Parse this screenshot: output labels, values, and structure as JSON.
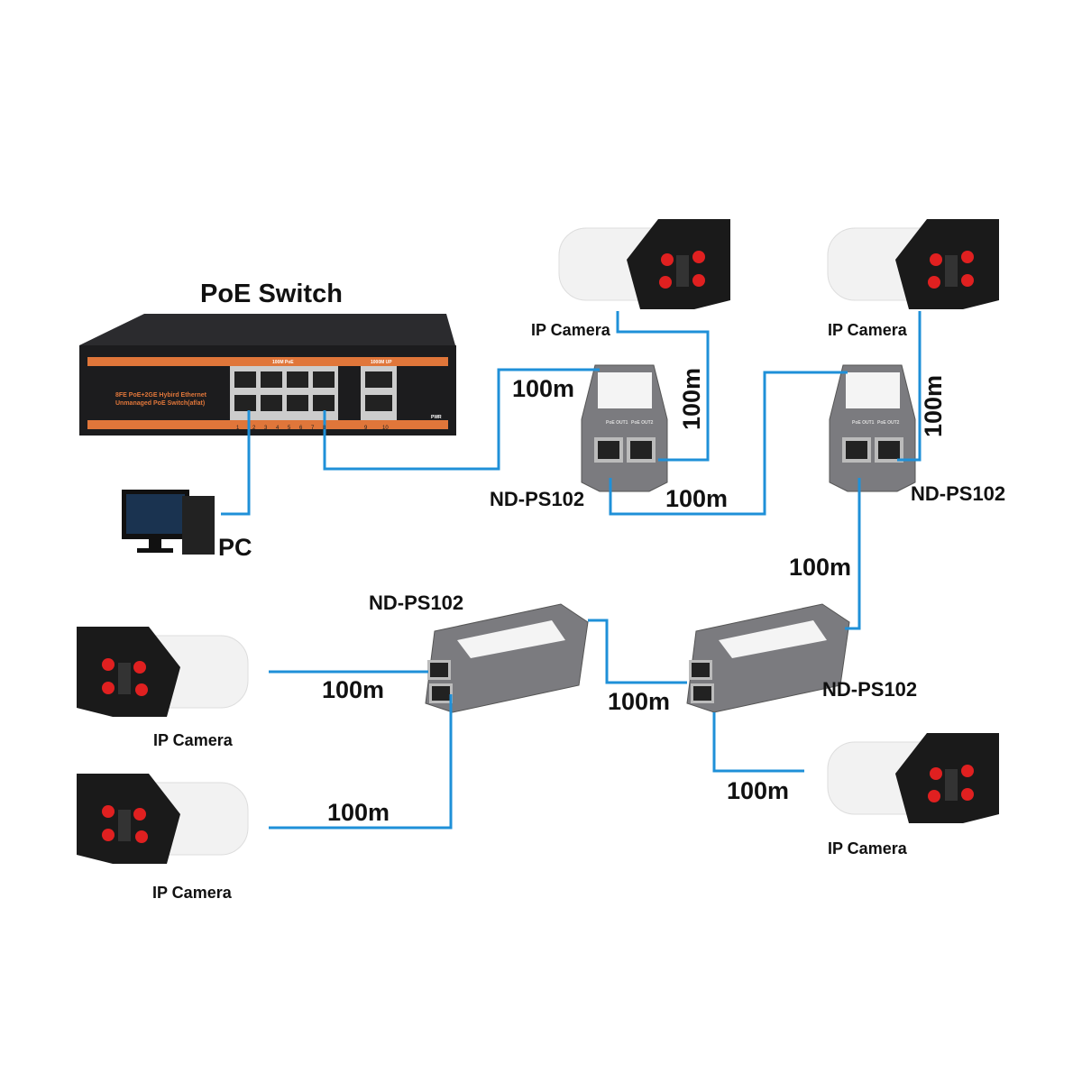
{
  "colors": {
    "cable": "#1f90d8",
    "switch_body": "#1c1c1e",
    "switch_stripe": "#e0763a",
    "splitter": "#7b7b7f"
  },
  "switch": {
    "title": "PoE Switch",
    "model_line1": "8FE PoE+2GE Hybird Ethernet",
    "model_line2": "Unmanaged PoE Switch(af/at)",
    "poe_group": "100M PoE",
    "uplink_group": "1000M UP",
    "pwr": "PWR",
    "port_numbers": [
      "1",
      "2",
      "3",
      "4",
      "5",
      "6",
      "7",
      "8",
      "9",
      "10"
    ]
  },
  "pc": {
    "label": "PC"
  },
  "splitters": [
    {
      "label": "ND-PS102",
      "out1": "PoE OUT1",
      "out2": "PoE OUT2"
    },
    {
      "label": "ND-PS102",
      "out1": "PoE OUT1",
      "out2": "PoE OUT2"
    },
    {
      "label": "ND-PS102"
    },
    {
      "label": "ND-PS102"
    }
  ],
  "cameras": [
    {
      "label": "IP Camera"
    },
    {
      "label": "IP Camera"
    },
    {
      "label": "IP Camera"
    },
    {
      "label": "IP Camera"
    },
    {
      "label": "IP Camera"
    }
  ],
  "distances": [
    "100m",
    "100m",
    "100m",
    "100m",
    "100m",
    "100m",
    "100m",
    "100m",
    "100m"
  ]
}
